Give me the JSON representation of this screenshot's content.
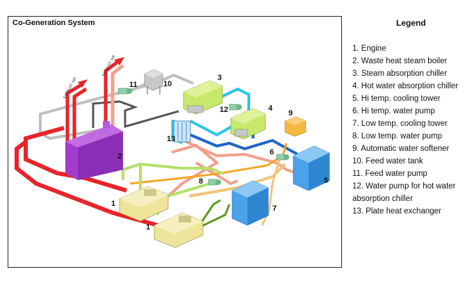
{
  "diagram": {
    "title": "Co-Generation System",
    "exhaust_labels": [
      "EXHAUST AIR",
      "EXHAUST AIR"
    ],
    "component_numbers": [
      "1",
      "1",
      "2",
      "3",
      "4",
      "5",
      "6",
      "7",
      "8",
      "9",
      "10",
      "11",
      "12",
      "13"
    ]
  },
  "legend": {
    "title": "Legend",
    "items": [
      "1. Engine",
      "2. Waste heat steam boiler",
      "3. Steam absorption chiller",
      "4. Hot water absorption chiller",
      "5. Hi temp. cooling tower",
      "6. Hi temp. water pump",
      "7. Low temp. cooling tower",
      "8. Low temp. water pump",
      "9. Automatic water softener",
      "10. Feed water tank",
      "11. Feed water pump",
      "12. Water pump for hot water absorption chiller",
      "13. Plate heat exchanger"
    ]
  },
  "colors": {
    "exhaust": "#e8242a",
    "hot_water_pink": "#f2a08c",
    "steam_gray": "#bfbfbf",
    "dark_gray": "#555555",
    "cyan": "#29c5e6",
    "blue": "#1f64c8",
    "light_green": "#b5e06b",
    "dark_green": "#5a9a1e",
    "orange": "#f5a623",
    "tan": "#f0c47a",
    "boiler_purple": "#a23ccf",
    "chiller_green": "#c7e86a",
    "tower_blue": "#4aa3e8",
    "engine_yellow": "#efe59a"
  }
}
